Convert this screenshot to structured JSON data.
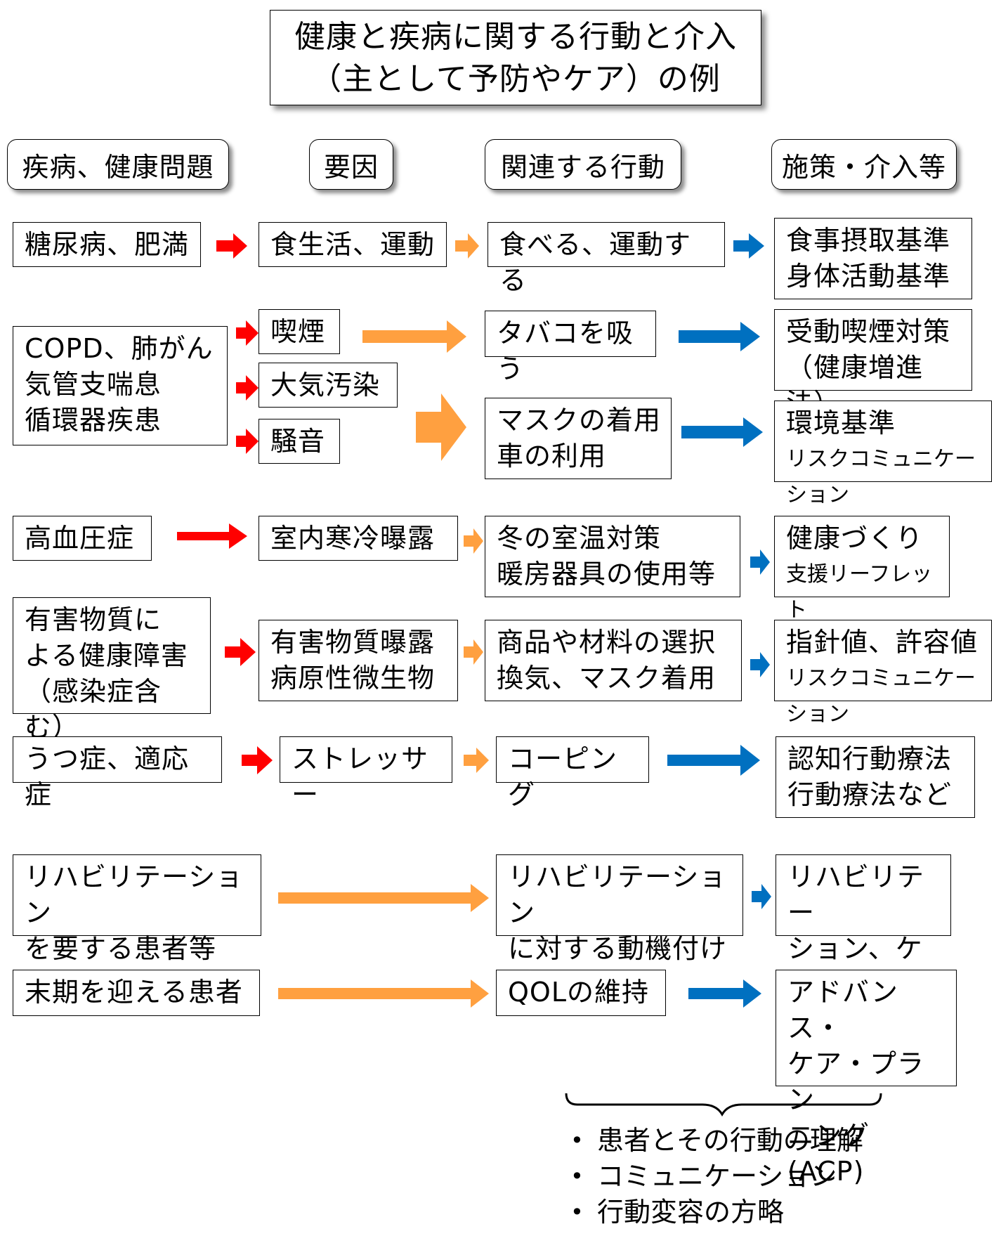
{
  "title": {
    "line1": "健康と疾病に関する行動と介入",
    "line2": "（主として予防やケア）の例"
  },
  "headers": {
    "disease": "疾病、健康問題",
    "factor": "要因",
    "behavior": "関連する行動",
    "policy": "施策・介入等"
  },
  "rows": {
    "r1": {
      "disease": "糖尿病、肥満",
      "factor": "食生活、運動",
      "behavior": "食べる、運動する",
      "policy_l1": "食事摂取基準",
      "policy_l2": "身体活動基準"
    },
    "r2": {
      "disease_l1": "COPD、肺がん",
      "disease_l2": "気管支喘息",
      "disease_l3": "循環器疾患",
      "factor_a": "喫煙",
      "factor_b": "大気汚染",
      "factor_c": "騒音",
      "behavior_a": "タバコを吸う",
      "behavior_b_l1": "マスクの着用",
      "behavior_b_l2": "車の利用",
      "policy_a_l1": "受動喫煙対策",
      "policy_a_l2": "（健康増進法）",
      "policy_b_l1": "環境基準",
      "policy_b_l2": "リスクコミュニケーション"
    },
    "r3": {
      "disease": "高血圧症",
      "factor": "室内寒冷曝露",
      "behavior_l1": "冬の室温対策",
      "behavior_l2": "暖房器具の使用等",
      "policy_l1": "健康づくり",
      "policy_l2": "支援リーフレット"
    },
    "r4": {
      "disease_l1": "有害物質に",
      "disease_l2": "よる健康障害",
      "disease_l3": "（感染症含む）",
      "factor_l1": "有害物質曝露",
      "factor_l2": "病原性微生物",
      "behavior_l1": "商品や材料の選択",
      "behavior_l2": "換気、マスク着用",
      "policy_l1": "指針値、許容値",
      "policy_l2": "リスクコミュニケーション"
    },
    "r5": {
      "disease": "うつ症、適応症",
      "factor": "ストレッサー",
      "behavior": "コーピング",
      "policy_l1": "認知行動療法",
      "policy_l2": "行動療法など"
    },
    "r6": {
      "disease_l1": "リハビリテーション",
      "disease_l2": "を要する患者等",
      "behavior_l1": "リハビリテーション",
      "behavior_l2": "に対する動機付け",
      "policy_l1": "リハビリテー",
      "policy_l2": "ション、ケア"
    },
    "r7": {
      "disease": "末期を迎える患者",
      "behavior": "QOLの維持",
      "policy_l1": "アドバンス・",
      "policy_l2": "ケア・プラン",
      "policy_l3": "ニング(ACP)"
    }
  },
  "notes": [
    "患者とその行動の理解",
    "コミュニケーション",
    "行動変容の方略"
  ],
  "colors": {
    "red": "#ff0000",
    "orange": "#ffa040",
    "blue": "#0070c0"
  }
}
